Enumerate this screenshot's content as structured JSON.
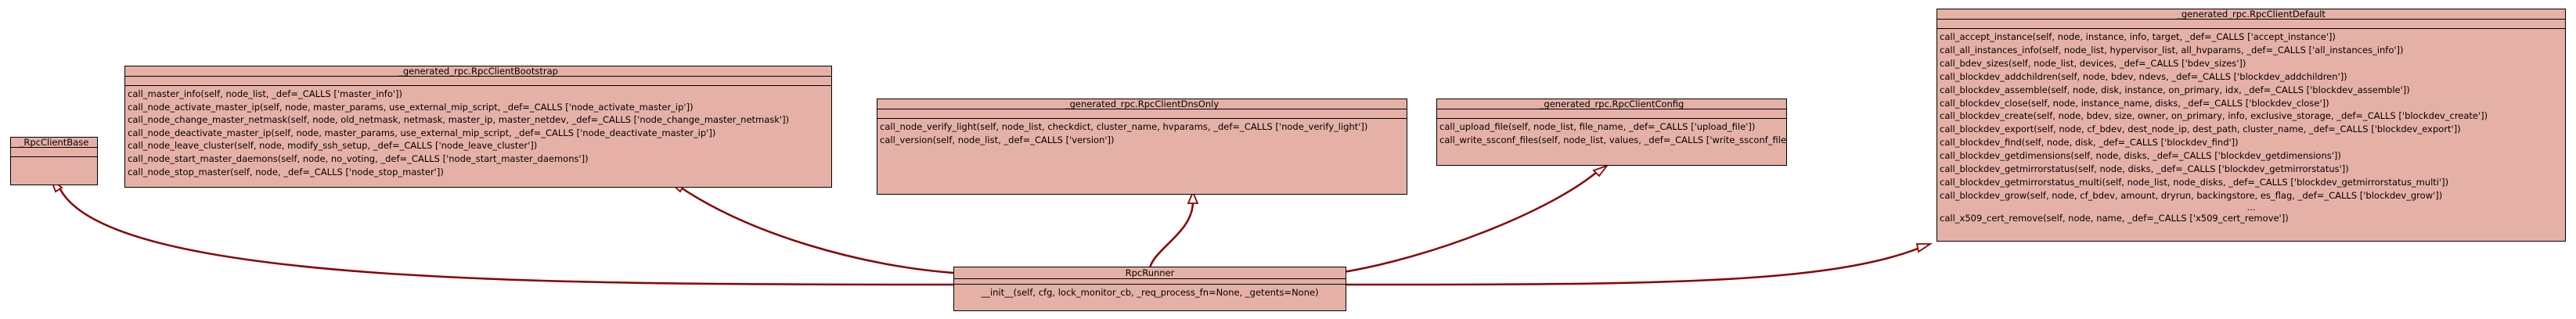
{
  "classes": {
    "base": {
      "name": "_RpcClientBase"
    },
    "bootstrap": {
      "name": "_generated_rpc.RpcClientBootstrap",
      "methods": [
        "call_master_info(self, node_list, _def=_CALLS ['master_info'])",
        "call_node_activate_master_ip(self, node, master_params, use_external_mip_script, _def=_CALLS ['node_activate_master_ip'])",
        "call_node_change_master_netmask(self, node, old_netmask, netmask, master_ip, master_netdev, _def=_CALLS ['node_change_master_netmask'])",
        "call_node_deactivate_master_ip(self, node, master_params, use_external_mip_script, _def=_CALLS ['node_deactivate_master_ip'])",
        "call_node_leave_cluster(self, node, modify_ssh_setup, _def=_CALLS ['node_leave_cluster'])",
        "call_node_start_master_daemons(self, node, no_voting, _def=_CALLS ['node_start_master_daemons'])",
        "call_node_stop_master(self, node, _def=_CALLS ['node_stop_master'])"
      ]
    },
    "dnsonly": {
      "name": "_generated_rpc.RpcClientDnsOnly",
      "methods": [
        "call_node_verify_light(self, node_list, checkdict, cluster_name, hvparams, _def=_CALLS ['node_verify_light'])",
        "call_version(self, node_list, _def=_CALLS ['version'])"
      ]
    },
    "config": {
      "name": "_generated_rpc.RpcClientConfig",
      "methods": [
        "call_upload_file(self, node_list, file_name, _def=_CALLS ['upload_file'])",
        "call_write_ssconf_files(self, node_list, values, _def=_CALLS ['write_ssconf_files'])"
      ]
    },
    "default": {
      "name": "_generated_rpc.RpcClientDefault",
      "methods": [
        "call_accept_instance(self, node, instance, info, target, _def=_CALLS ['accept_instance'])",
        "call_all_instances_info(self, node_list, hypervisor_list, all_hvparams, _def=_CALLS ['all_instances_info'])",
        "call_bdev_sizes(self, node_list, devices, _def=_CALLS ['bdev_sizes'])",
        "call_blockdev_addchildren(self, node, bdev, ndevs, _def=_CALLS ['blockdev_addchildren'])",
        "call_blockdev_assemble(self, node, disk, instance, on_primary, idx, _def=_CALLS ['blockdev_assemble'])",
        "call_blockdev_close(self, node, instance_name, disks, _def=_CALLS ['blockdev_close'])",
        "call_blockdev_create(self, node, bdev, size, owner, on_primary, info, exclusive_storage, _def=_CALLS ['blockdev_create'])",
        "call_blockdev_export(self, node, cf_bdev, dest_node_ip, dest_path, cluster_name, _def=_CALLS ['blockdev_export'])",
        "call_blockdev_find(self, node, disk, _def=_CALLS ['blockdev_find'])",
        "call_blockdev_getdimensions(self, node, disks, _def=_CALLS ['blockdev_getdimensions'])",
        "call_blockdev_getmirrorstatus(self, node, disks, _def=_CALLS ['blockdev_getmirrorstatus'])",
        "call_blockdev_getmirrorstatus_multi(self, node_list, node_disks, _def=_CALLS ['blockdev_getmirrorstatus_multi'])",
        "call_blockdev_grow(self, node, cf_bdev, amount, dryrun, backingstore, es_flag, _def=_CALLS ['blockdev_grow'])",
        "...",
        "call_x509_cert_remove(self, node, name, _def=_CALLS ['x509_cert_remove'])"
      ]
    },
    "runner": {
      "name": "RpcRunner",
      "methods": [
        "__init__(self, cfg, lock_monitor_cb, _req_process_fn=None, _getents=None)"
      ]
    }
  },
  "colors": {
    "node_fill": "#e5b1a6",
    "edge": "#8b0000",
    "border": "#000000"
  }
}
